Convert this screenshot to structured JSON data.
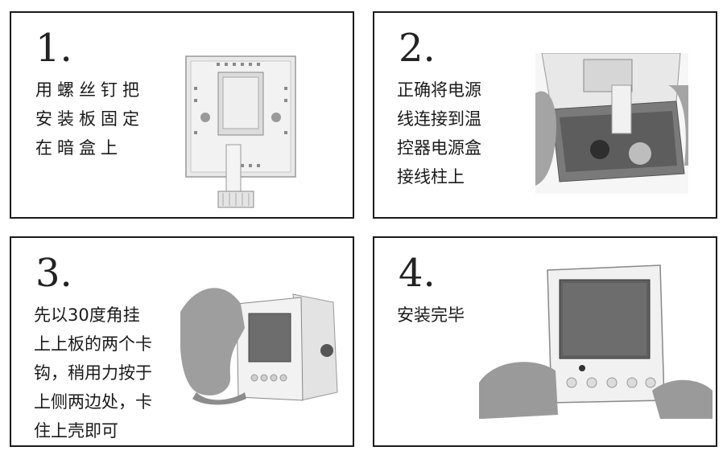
{
  "steps": [
    {
      "number": "1.",
      "lines": [
        "用螺丝钉把",
        "安装板固定",
        "在暗盒上"
      ]
    },
    {
      "number": "2.",
      "lines": [
        "正确将电源",
        "线连接到温",
        "控器电源盒",
        "接线柱上"
      ]
    },
    {
      "number": "3.",
      "lines": [
        "先以30度角挂",
        "上上板的两个卡",
        "钩，稍用力按于",
        "上侧两边处，卡",
        "住上壳即可"
      ]
    },
    {
      "number": "4.",
      "lines": [
        "安装完毕"
      ]
    }
  ],
  "colors": {
    "border": "#1a1a1a",
    "text": "#1a1a1a",
    "photo_light": "#e6e6e6",
    "photo_mid": "#b8b8b8",
    "photo_dark": "#6a6a6a"
  },
  "icons": [
    "mounting-plate-photo",
    "wiring-photo",
    "attaching-cover-photo",
    "installed-thermostat-photo"
  ]
}
